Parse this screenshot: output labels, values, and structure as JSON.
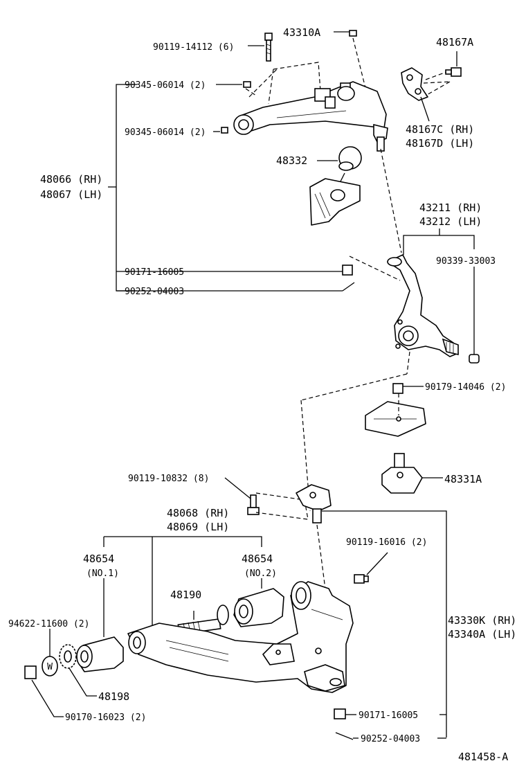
{
  "labels": {
    "bolt_upper": "90119-14112 (6)",
    "bolt_43310a": "43310A",
    "p48167a": "48167A",
    "p90345_a": "90345-06014 (2)",
    "p90345_b": "90345-06014 (2)",
    "p48167c": "48167C (RH)",
    "p48167d": "48167D (LH)",
    "p48332": "48332",
    "p48066": "48066 (RH)",
    "p48067": "48067 (LH)",
    "p43211": "43211 (RH)",
    "p43212": "43212 (LH)",
    "p90339": "90339-33003",
    "p90171_a": "90171-16005",
    "p90252_a": "90252-04003",
    "p90179": "90179-14046 (2)",
    "p48331a": "48331A",
    "p90119_10832": "90119-10832 (8)",
    "p48068": "48068 (RH)",
    "p48069": "48069 (LH)",
    "p90119_16016": "90119-16016 (2)",
    "p48654_a": "48654",
    "p48654_a_no": "(NO.1)",
    "p48654_b": "48654",
    "p48654_b_no": "(NO.2)",
    "p48190": "48190",
    "p94622": "94622-11600 (2)",
    "p43330k": "43330K (RH)",
    "p43340a": "43340A (LH)",
    "p48198": "48198",
    "p90170": "90170-16023 (2)",
    "p90171_b": "90171-16005",
    "p90252_b": "90252-04003",
    "washer_w": "W",
    "figure_code": "481458-A"
  }
}
